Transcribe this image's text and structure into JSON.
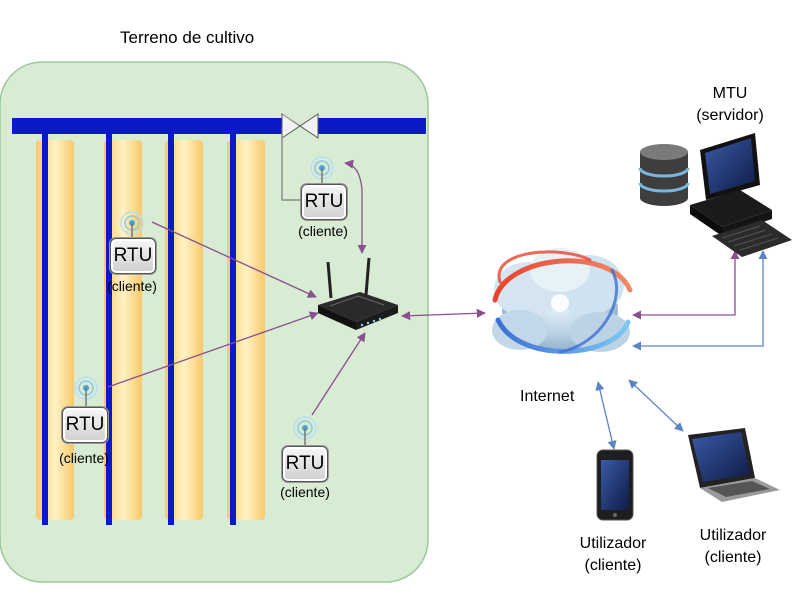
{
  "title": "Terreno de cultivo",
  "colors": {
    "field_bg": "#d7ecd3",
    "field_border": "#9dc89b",
    "pipe": "#0a1ac8",
    "strip_light": "#fff3c4",
    "strip_dark": "#f7c86a",
    "arrow_purple": "#8a4f8e",
    "arrow_blue": "#5b84c4"
  },
  "rtus": [
    {
      "id": "rtu-top",
      "label": "RTU",
      "sublabel": "(cliente)"
    },
    {
      "id": "rtu-left-top",
      "label": "RTU",
      "sublabel": "(cliente)"
    },
    {
      "id": "rtu-left-bottom",
      "label": "RTU",
      "sublabel": "(cliente)"
    },
    {
      "id": "rtu-bottom",
      "label": "RTU",
      "sublabel": "(cliente)"
    }
  ],
  "mtu": {
    "line1": "MTU",
    "line2": "(servidor)"
  },
  "internet": {
    "label": "Internet"
  },
  "users": [
    {
      "id": "phone",
      "line1": "Utilizador",
      "line2": "(cliente)"
    },
    {
      "id": "laptop",
      "line1": "Utilizador",
      "line2": "(cliente)"
    }
  ],
  "icons": [
    "router-icon",
    "cloud-icon",
    "server-icon",
    "phone-icon",
    "laptop-icon",
    "valve-icon",
    "wifi-icon"
  ]
}
